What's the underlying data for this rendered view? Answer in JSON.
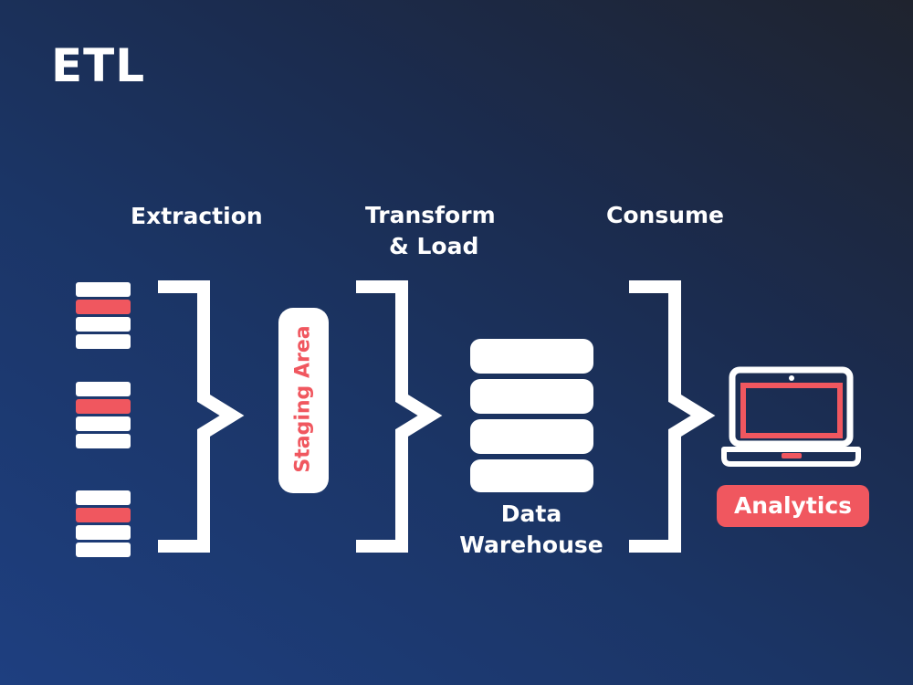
{
  "title": "ETL",
  "stages": {
    "extraction": "Extraction",
    "transform_line1": "Transform",
    "transform_line2": "& Load",
    "consume": "Consume"
  },
  "staging_area": "Staging Area",
  "data_warehouse": {
    "line1": "Data",
    "line2": "Warehouse"
  },
  "analytics": "Analytics",
  "colors": {
    "accent": "#f0575f",
    "foreground": "#ffffff",
    "background_start": "#1e3f80",
    "background_end": "#1f232e"
  },
  "icons": {
    "sources": "database-rows-icon",
    "warehouse": "database-stack-icon",
    "consumer": "laptop-icon"
  }
}
